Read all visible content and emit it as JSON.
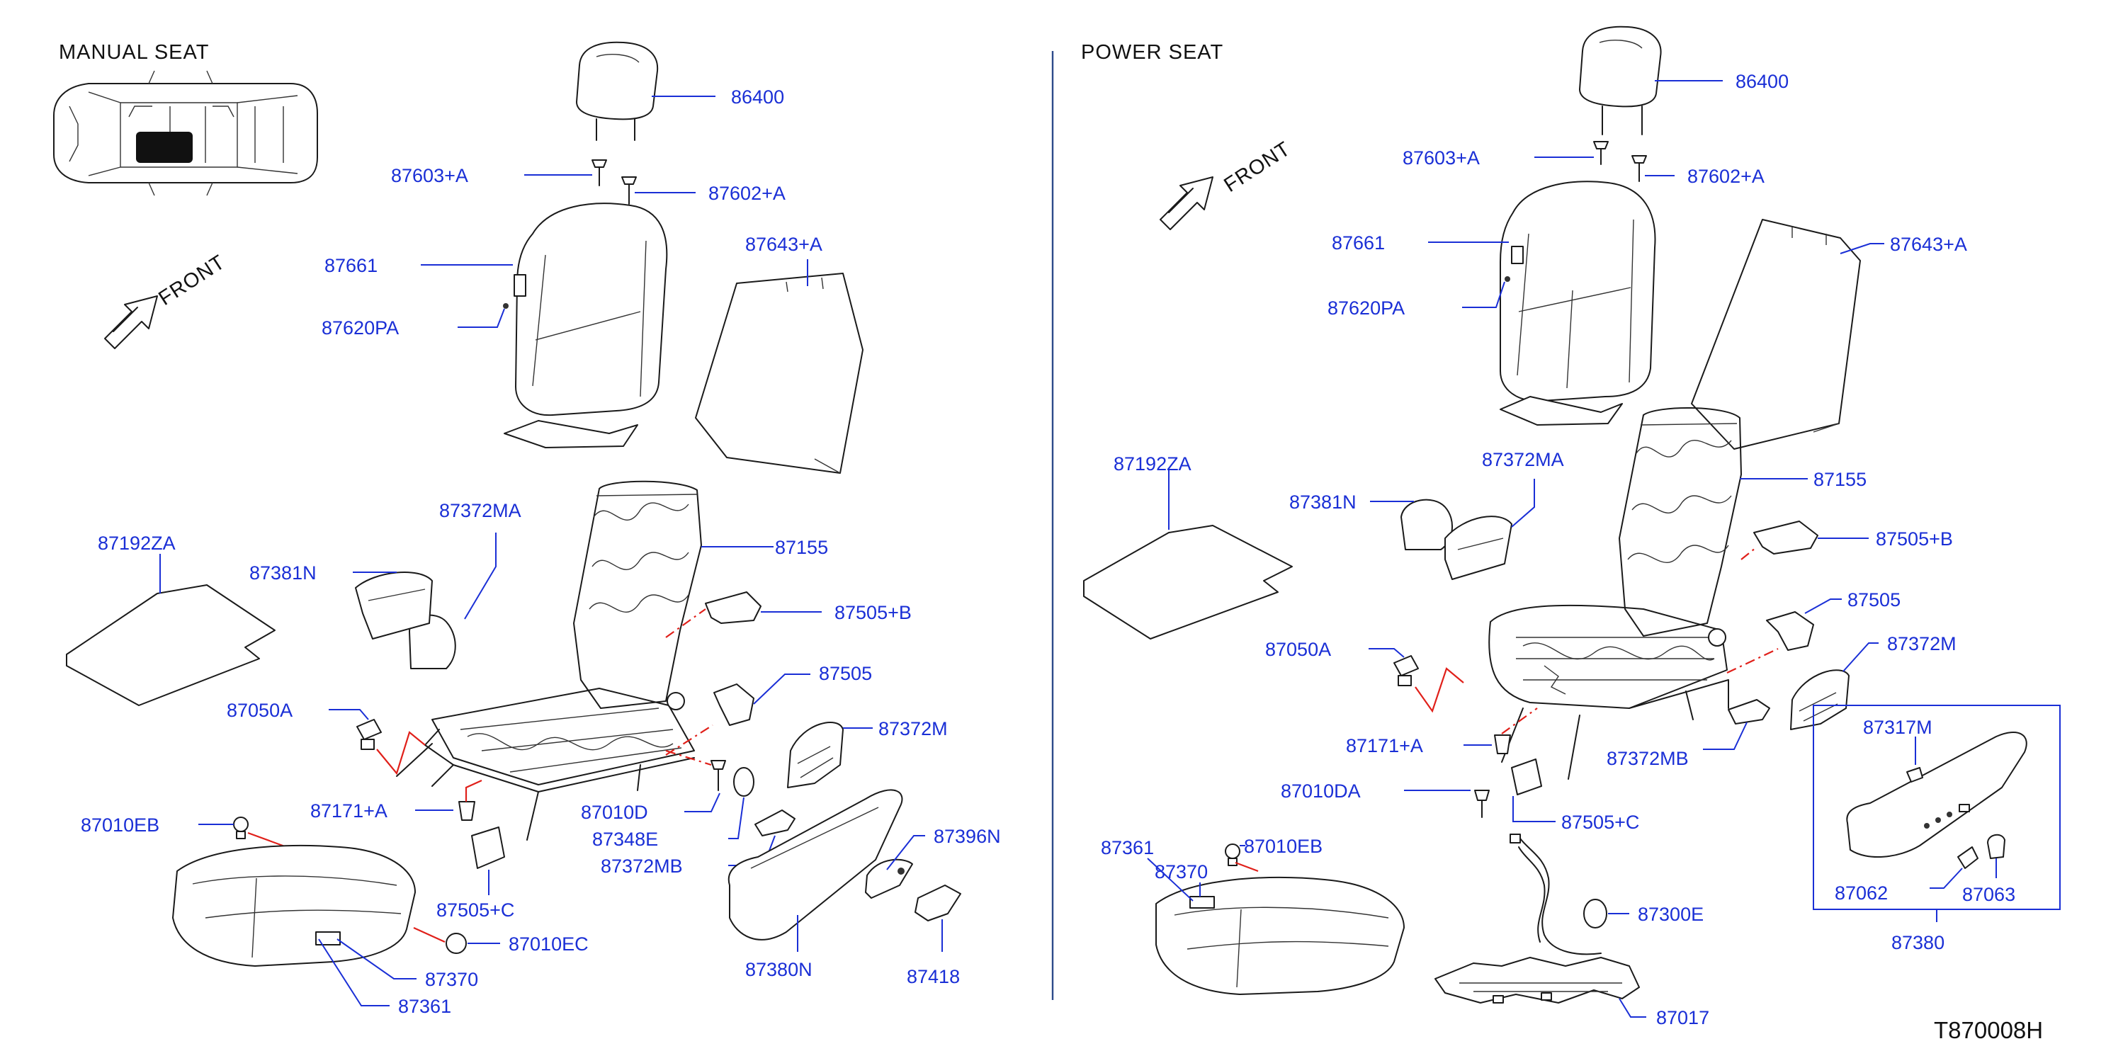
{
  "sections": {
    "manual_title": "MANUAL   SEAT",
    "power_title": "POWER   SEAT",
    "front_label": "FRONT",
    "drawing_number": "T870008H"
  },
  "manual": {
    "p86400": "86400",
    "p87603": "87603+A",
    "p87602": "87602+A",
    "p87661": "87661",
    "p87620": "87620PA",
    "p87643": "87643+A",
    "p87192": "87192ZA",
    "p87372MA": "87372MA",
    "p87381N": "87381N",
    "p87155": "87155",
    "p87505B": "87505+B",
    "p87505": "87505",
    "p87050A": "87050A",
    "p87372M": "87372M",
    "p87171": "87171+A",
    "p87010D": "87010D",
    "p87348E": "87348E",
    "p87372MB": "87372MB",
    "p87010EB": "87010EB",
    "p87396N": "87396N",
    "p87505C": "87505+C",
    "p87010EC": "87010EC",
    "p87370": "87370",
    "p87361": "87361",
    "p87380N": "87380N",
    "p87418": "87418"
  },
  "power": {
    "p86400": "86400",
    "p87603": "87603+A",
    "p87602": "87602+A",
    "p87661": "87661",
    "p87643": "87643+A",
    "p87620": "87620PA",
    "p87192": "87192ZA",
    "p87372MA": "87372MA",
    "p87381N": "87381N",
    "p87155": "87155",
    "p87505B": "87505+B",
    "p87505": "87505",
    "p87050A": "87050A",
    "p87372M": "87372M",
    "p87171": "87171+A",
    "p87372MB": "87372MB",
    "p87317M": "87317M",
    "p87010DA": "87010DA",
    "p87505C": "87505+C",
    "p87370": "87370",
    "p87361": "87361",
    "p87010EB": "87010EB",
    "p87300E": "87300E",
    "p87062": "87062",
    "p87063": "87063",
    "p87380": "87380",
    "p87017": "87017"
  }
}
